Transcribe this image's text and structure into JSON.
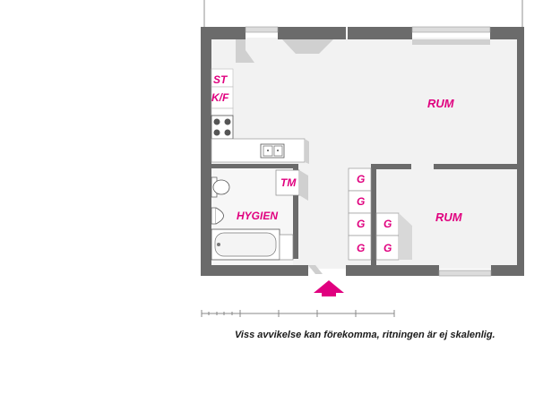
{
  "rooms": {
    "rum_large": "RUM",
    "rum_small": "RUM",
    "hygien": "HYGIEN"
  },
  "fixtures": {
    "st": "ST",
    "kf": "K/F",
    "tm": "TM",
    "g": "G"
  },
  "disclaimer": "Viss avvikelse kan förekomma, ritningen är ej skalenlig.",
  "colors": {
    "label": "#e0007f",
    "wall": "#6b6b6b",
    "floor": "#f2f2f2",
    "entrance_arrow": "#e0007f"
  },
  "icons": [
    "entrance-arrow-icon",
    "stove-icon",
    "sink-icon",
    "toilet-icon",
    "bathtub-icon",
    "scale-bar-icon"
  ]
}
